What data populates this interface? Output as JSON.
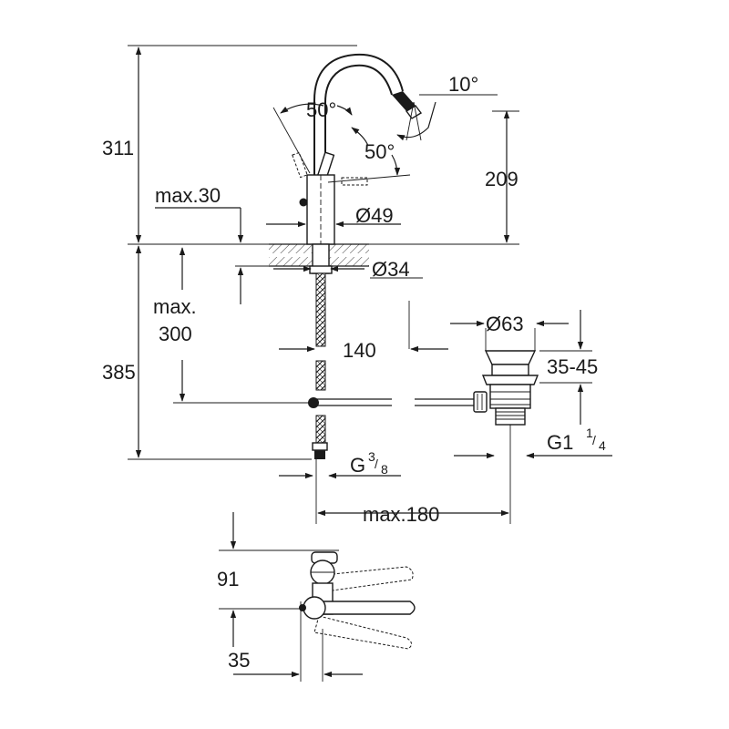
{
  "dimensions": {
    "total_height": "311",
    "spout_height": "209",
    "max_30": "max.30",
    "lever_angle_left": "50°",
    "lever_angle_right": "50°",
    "spout_tilt": "10°",
    "body_diameter": "Ø49",
    "shank_diameter": "Ø34",
    "max_300_line1": "max.",
    "max_300_line2": "300",
    "below_height": "385",
    "spacing_140": "140",
    "waste_diameter": "Ø63",
    "waste_range": "35-45",
    "waste_thread": "G1",
    "waste_thread_num": "1",
    "waste_thread_den": "4",
    "hose_thread": "G",
    "hose_thread_num": "3",
    "hose_thread_den": "8",
    "max_180": "max.180",
    "top_view_91": "91",
    "top_view_35": "35"
  }
}
